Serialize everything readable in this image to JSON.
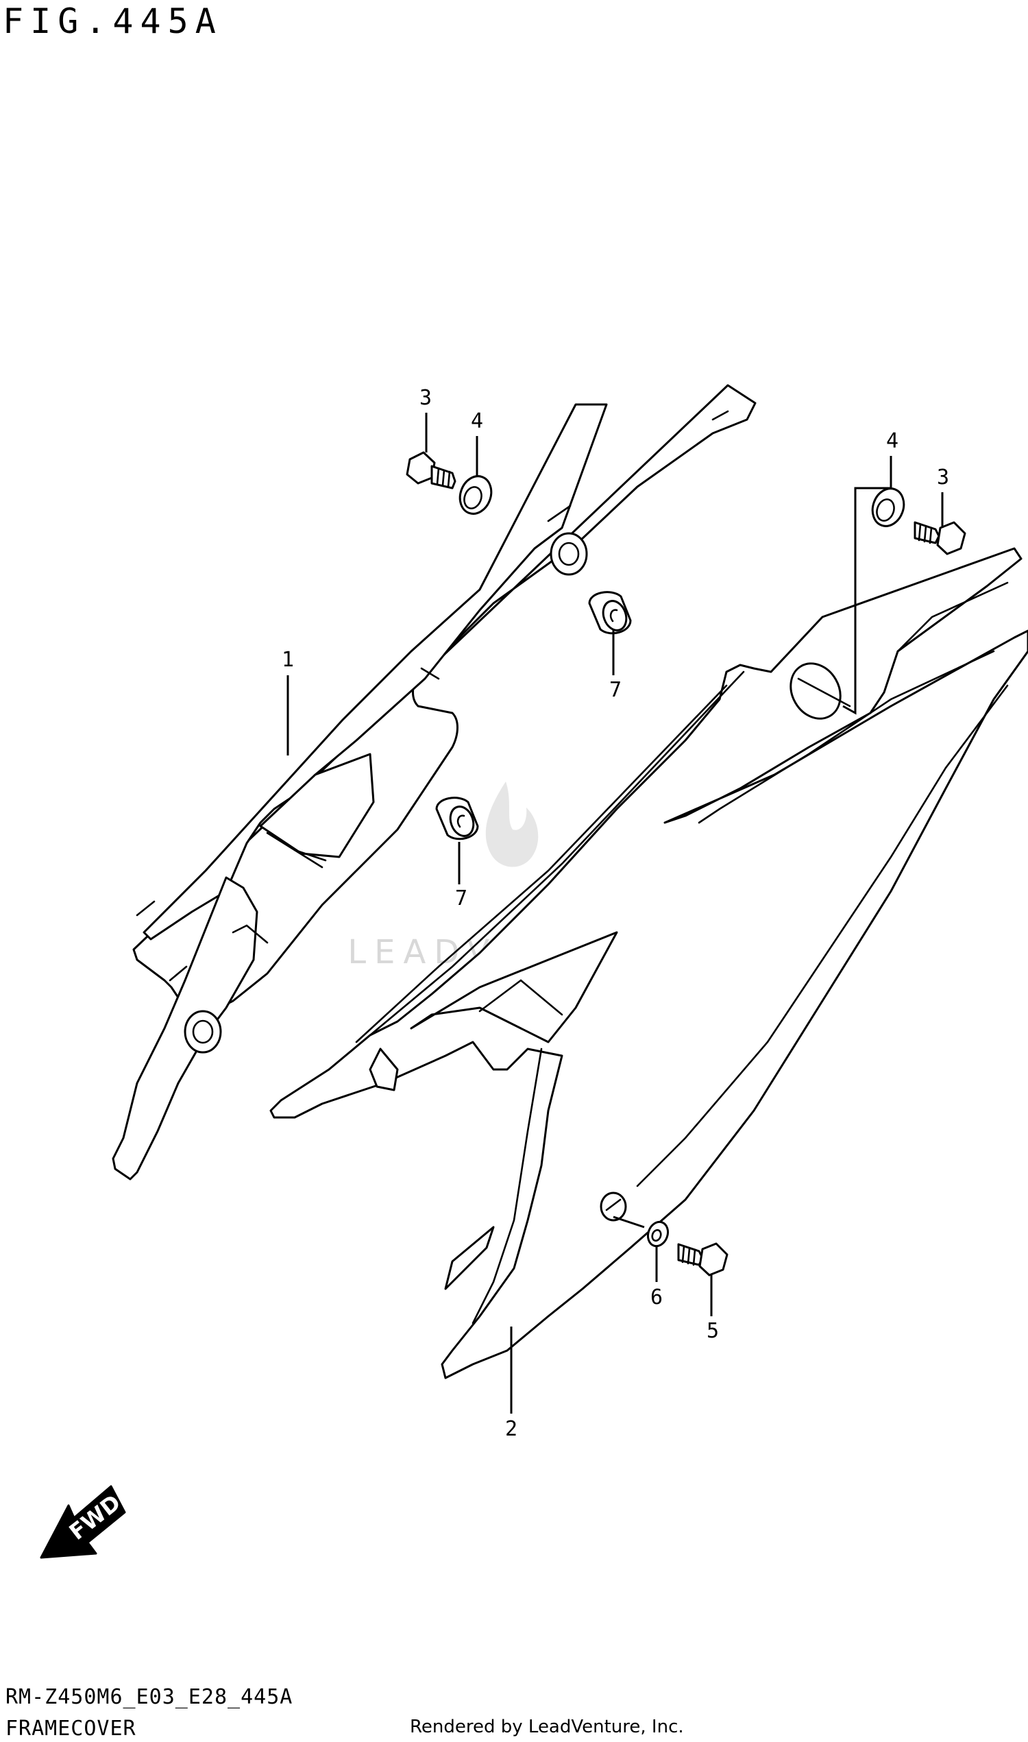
{
  "figure": {
    "title": "FIG.445A"
  },
  "footer": {
    "model_code": "RM-Z450M6_E03_E28_445A",
    "section_name": "FRAMECOVER",
    "credit": "Rendered by LeadVenture, Inc."
  },
  "watermark": {
    "text": "LEADVENTURE"
  },
  "direction_badge": {
    "label": "FWD"
  },
  "callouts": {
    "part_1": "1",
    "part_2": "2",
    "part_3_left": "3",
    "part_3_right": "3",
    "part_4_left": "4",
    "part_4_right": "4",
    "part_5": "5",
    "part_6": "6",
    "part_7_upper": "7",
    "part_7_lower": "7"
  }
}
